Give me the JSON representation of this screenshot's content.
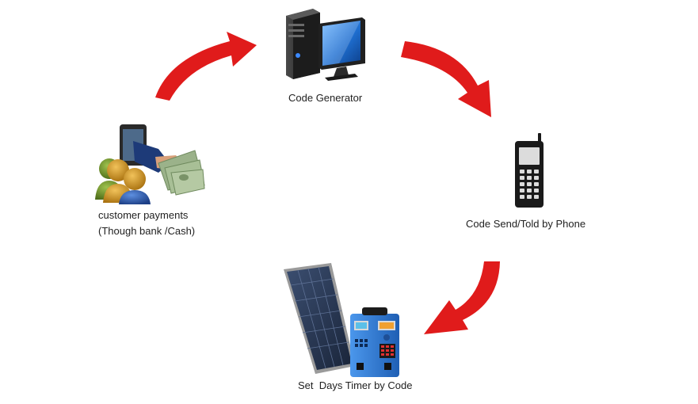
{
  "nodes": {
    "code_generator": {
      "label": "Code Generator"
    },
    "phone": {
      "label": "Code Send/Told by Phone"
    },
    "solar_kit": {
      "label": "Set  Days Timer by Code"
    },
    "customer": {
      "label_line1": "customer payments",
      "label_line2": "(Though bank /Cash)"
    }
  },
  "colors": {
    "arrow": "#e01b1b",
    "computer_body": "#2b2b2b",
    "monitor_screen": "#1f6fd1",
    "phone_body": "#1a1a1a",
    "solar_panel": "#24344f",
    "power_box": "#2f7fd6",
    "money": "#9bb28a",
    "person_gold": "#c9921f",
    "person_green": "#6b8f2a",
    "person_blue": "#2a5bb0"
  },
  "icons": {
    "code_generator": "desktop-computer-icon",
    "phone": "mobile-phone-icon",
    "solar_kit": "solar-panel-power-box-icon",
    "customer": "customers-payment-cash-icon"
  }
}
